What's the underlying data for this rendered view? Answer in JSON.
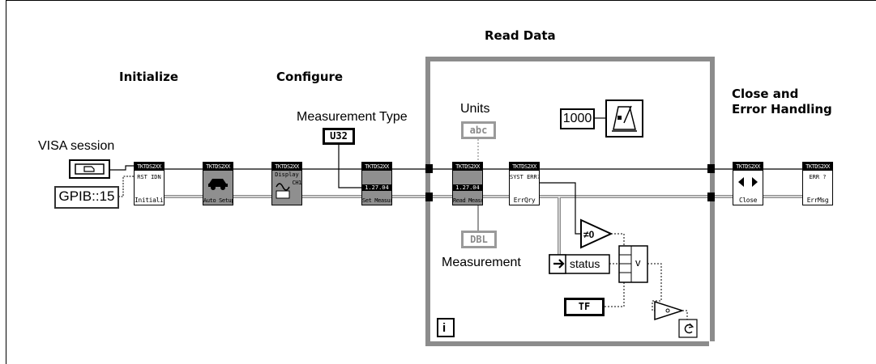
{
  "sections": {
    "initialize": "Initialize",
    "configure": "Configure",
    "read_data": "Read Data",
    "close_line1": "Close and",
    "close_line2": "Error Handling"
  },
  "labels": {
    "visa_session": "VISA session",
    "measurement_type": "Measurement Type",
    "units": "Units",
    "measurement": "Measurement"
  },
  "constants": {
    "resource_name": "GPIB::15",
    "wait_ms": "1000",
    "units_type": "abc",
    "measurement_type": "U32",
    "measurement_value": "DBL",
    "boolean": "TF",
    "status": "status",
    "not_equal_zero": "≠0",
    "or_symbol": "v"
  },
  "nodes": {
    "initialize": {
      "header": "TKTDS2XX",
      "label": "Initialize",
      "icon_text": "RST IDN"
    },
    "auto_setup": {
      "header": "TKTDS2XX",
      "label": "Auto Setup"
    },
    "display": {
      "header": "TKTDS2XX",
      "label": "Display",
      "channel": "CH1"
    },
    "set_measurement": {
      "header": "TKTDS2XX",
      "version": "1.27.04",
      "label": "Set Measur"
    },
    "read_measurement": {
      "header": "TKTDS2XX",
      "version": "1.27.04",
      "label": "Read Measur"
    },
    "error_query": {
      "header": "TKTDS2XX",
      "label": "ErrQry",
      "icon_text": "SYST ERR?"
    },
    "close": {
      "header": "TKTDS2XX",
      "label": "Close"
    },
    "error_message": {
      "header": "TKTDS2XX",
      "label": "ErrMsg",
      "icon_text": "ERR ?"
    }
  },
  "loop": {
    "iteration_terminal": "i"
  },
  "colors": {
    "background": "#ffffff",
    "wire": "#000000",
    "error_cluster_wire": "#7a7a7a",
    "loop_frame": "#8c8c8c",
    "dark_vi": "#8f8f8f",
    "disabled_terminal": "#9a9a9a"
  }
}
